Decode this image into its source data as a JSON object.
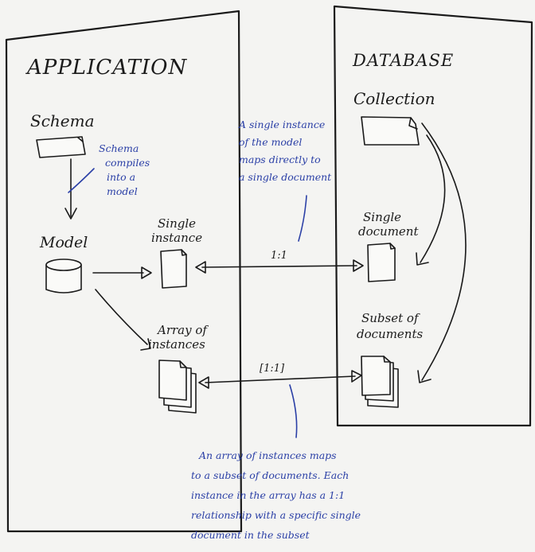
{
  "application": {
    "title": "APPLICATION",
    "schema_label": "Schema",
    "model_label": "Model",
    "single_instance_label": [
      "Single",
      "instance"
    ],
    "array_label": [
      "Array of",
      "instances"
    ]
  },
  "database": {
    "title": "DATABASE",
    "collection_label": "Collection",
    "single_document_label": [
      "Single",
      "document"
    ],
    "subset_label": [
      "Subset of",
      "documents"
    ]
  },
  "relations": {
    "one_to_one": "1:1",
    "array_one_to_one": "[1:1]"
  },
  "notes": {
    "schema_compiles": [
      "Schema",
      "compiles",
      "into a",
      "model"
    ],
    "single_instance_maps": [
      "A single instance",
      "of the model",
      "maps directly to",
      "a single document"
    ],
    "array_maps": [
      "An array of instances maps",
      "to a subset of documents. Each",
      "instance in the array has a 1:1",
      "relationship with a specific single",
      "document in the subset"
    ]
  },
  "colors": {
    "ink": "#1a1a1a",
    "blue_annotation": "#2a3fa6",
    "paper_background": "#f4f4f2"
  }
}
